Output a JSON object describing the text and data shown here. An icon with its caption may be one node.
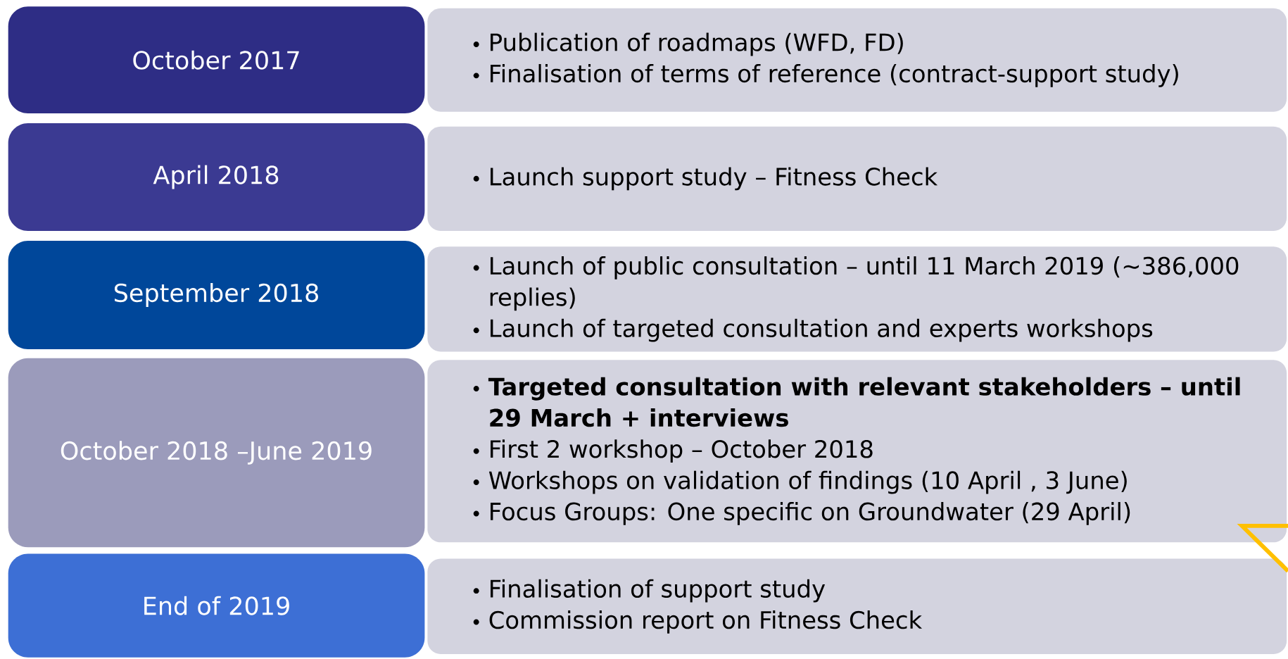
{
  "diagram": {
    "nodes": [
      {
        "text": [
          "October 2017"
        ]
      },
      {
        "text": [
          "Publication of roadmaps (WFD, FD)",
          "Finalisation of terms of reference (contract-support study)"
        ]
      },
      {
        "text": [
          "April 2018"
        ]
      },
      {
        "text": [
          "Launch support study – Fitness Check"
        ]
      },
      {
        "text": [
          "September 2018"
        ]
      },
      {
        "text": [
          "Launch of public consultation – until 11 March 2019 (~386,000 replies)",
          "Launch of targeted consultation and experts workshops"
        ]
      },
      {
        "text": [
          "October 2018 –June 2019"
        ]
      },
      {
        "text": [
          "**Targeted consultation with relevant stakeholders – until 29 March + interviews**",
          "First 2 workshop – October 2018",
          "Workshops on validation of findings (10 April , 3 June)",
          "Focus Groups: One specific on Groundwater (29 April)"
        ]
      },
      {
        "text": [
          "End of 2019"
        ]
      },
      {
        "text": [
          "Finalisation of support study",
          "Commission report on Fitness Check"
        ]
      }
    ]
  }
}
